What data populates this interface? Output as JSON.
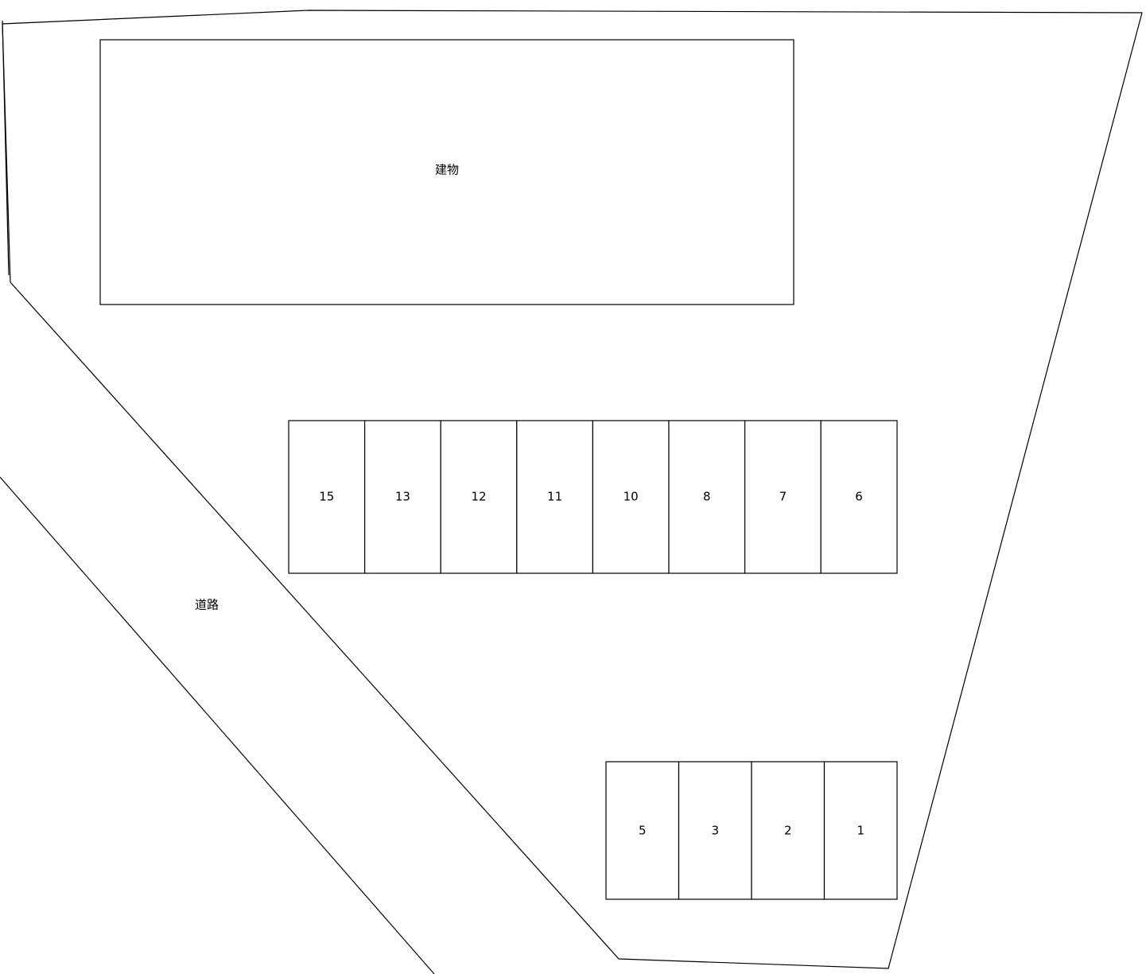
{
  "building": {
    "label": "建物"
  },
  "road": {
    "label": "道路"
  },
  "parking_rows": [
    {
      "spaces": [
        "15",
        "13",
        "12",
        "11",
        "10",
        "8",
        "7",
        "6"
      ]
    },
    {
      "spaces": [
        "5",
        "3",
        "2",
        "1"
      ]
    }
  ],
  "colors": {
    "stroke": "#000000",
    "background": "#ffffff"
  }
}
